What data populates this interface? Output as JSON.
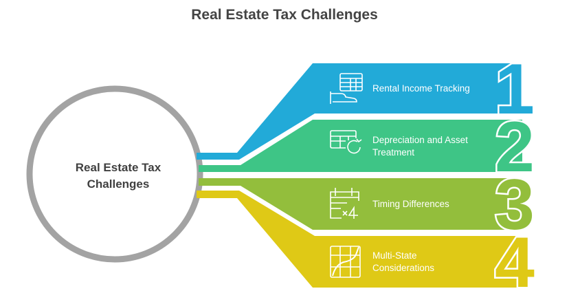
{
  "title": "Real Estate Tax Challenges",
  "hub": {
    "label_line1": "Real Estate Tax",
    "label_line2": "Challenges",
    "ring_color": "#a3a3a3"
  },
  "items": [
    {
      "number": "1",
      "label": "Rental Income Tracking",
      "icon": "hand-spreadsheet-icon",
      "color": "#22aad8"
    },
    {
      "number": "2",
      "label_line1": "Depreciation and Asset",
      "label_line2": "Treatment",
      "icon": "spreadsheet-refresh-icon",
      "color": "#3ec586"
    },
    {
      "number": "3",
      "label": "Timing Differences",
      "icon": "calendar-multiply-icon",
      "color": "#93be3c"
    },
    {
      "number": "4",
      "label_line1": "Multi-State",
      "label_line2": "Considerations",
      "icon": "grid-curve-icon",
      "color": "#dfc916"
    }
  ]
}
